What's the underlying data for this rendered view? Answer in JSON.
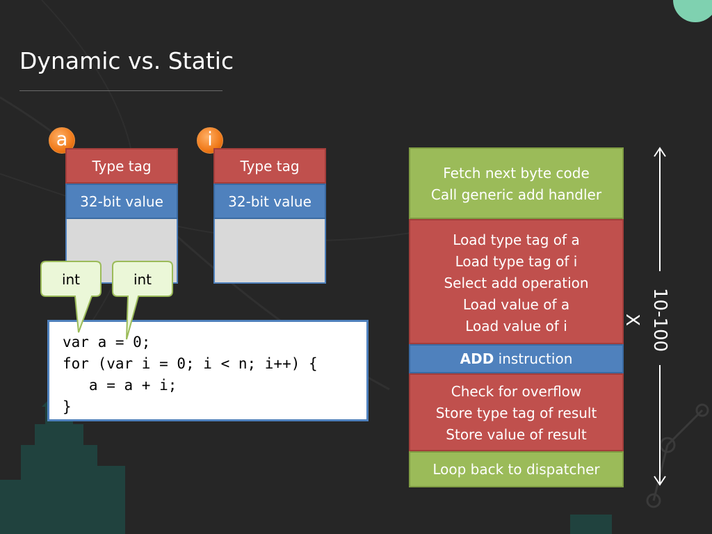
{
  "slide": {
    "title": "Dynamic vs. Static"
  },
  "variables": [
    {
      "badge": "a",
      "type_tag": "Type tag",
      "value": "32-bit value"
    },
    {
      "badge": "i",
      "type_tag": "Type tag",
      "value": "32-bit value"
    }
  ],
  "callouts": [
    "int",
    "int"
  ],
  "code": {
    "lines": [
      "var a = 0;",
      "for (var i = 0; i < n; i++) {",
      "   a = a + i;",
      "}"
    ]
  },
  "stack": {
    "fetch": [
      "Fetch next byte code",
      "Call generic add handler"
    ],
    "load": [
      "Load type tag of a",
      "Load type tag of i",
      "Select add operation",
      "Load value of a",
      "Load value of i"
    ],
    "add": {
      "bold": "ADD",
      "rest": " instruction"
    },
    "check": [
      "Check for overflow",
      "Store type tag of result",
      "Store value of result"
    ],
    "loop": "Loop back to dispatcher"
  },
  "dimension": "10-100 X",
  "colors": {
    "background": "#262626",
    "red": "#c0504d",
    "blue": "#4f81bd",
    "green": "#9bbb59",
    "badge_orange": "#f07a1a",
    "callout_fill": "#ebf7d8"
  }
}
